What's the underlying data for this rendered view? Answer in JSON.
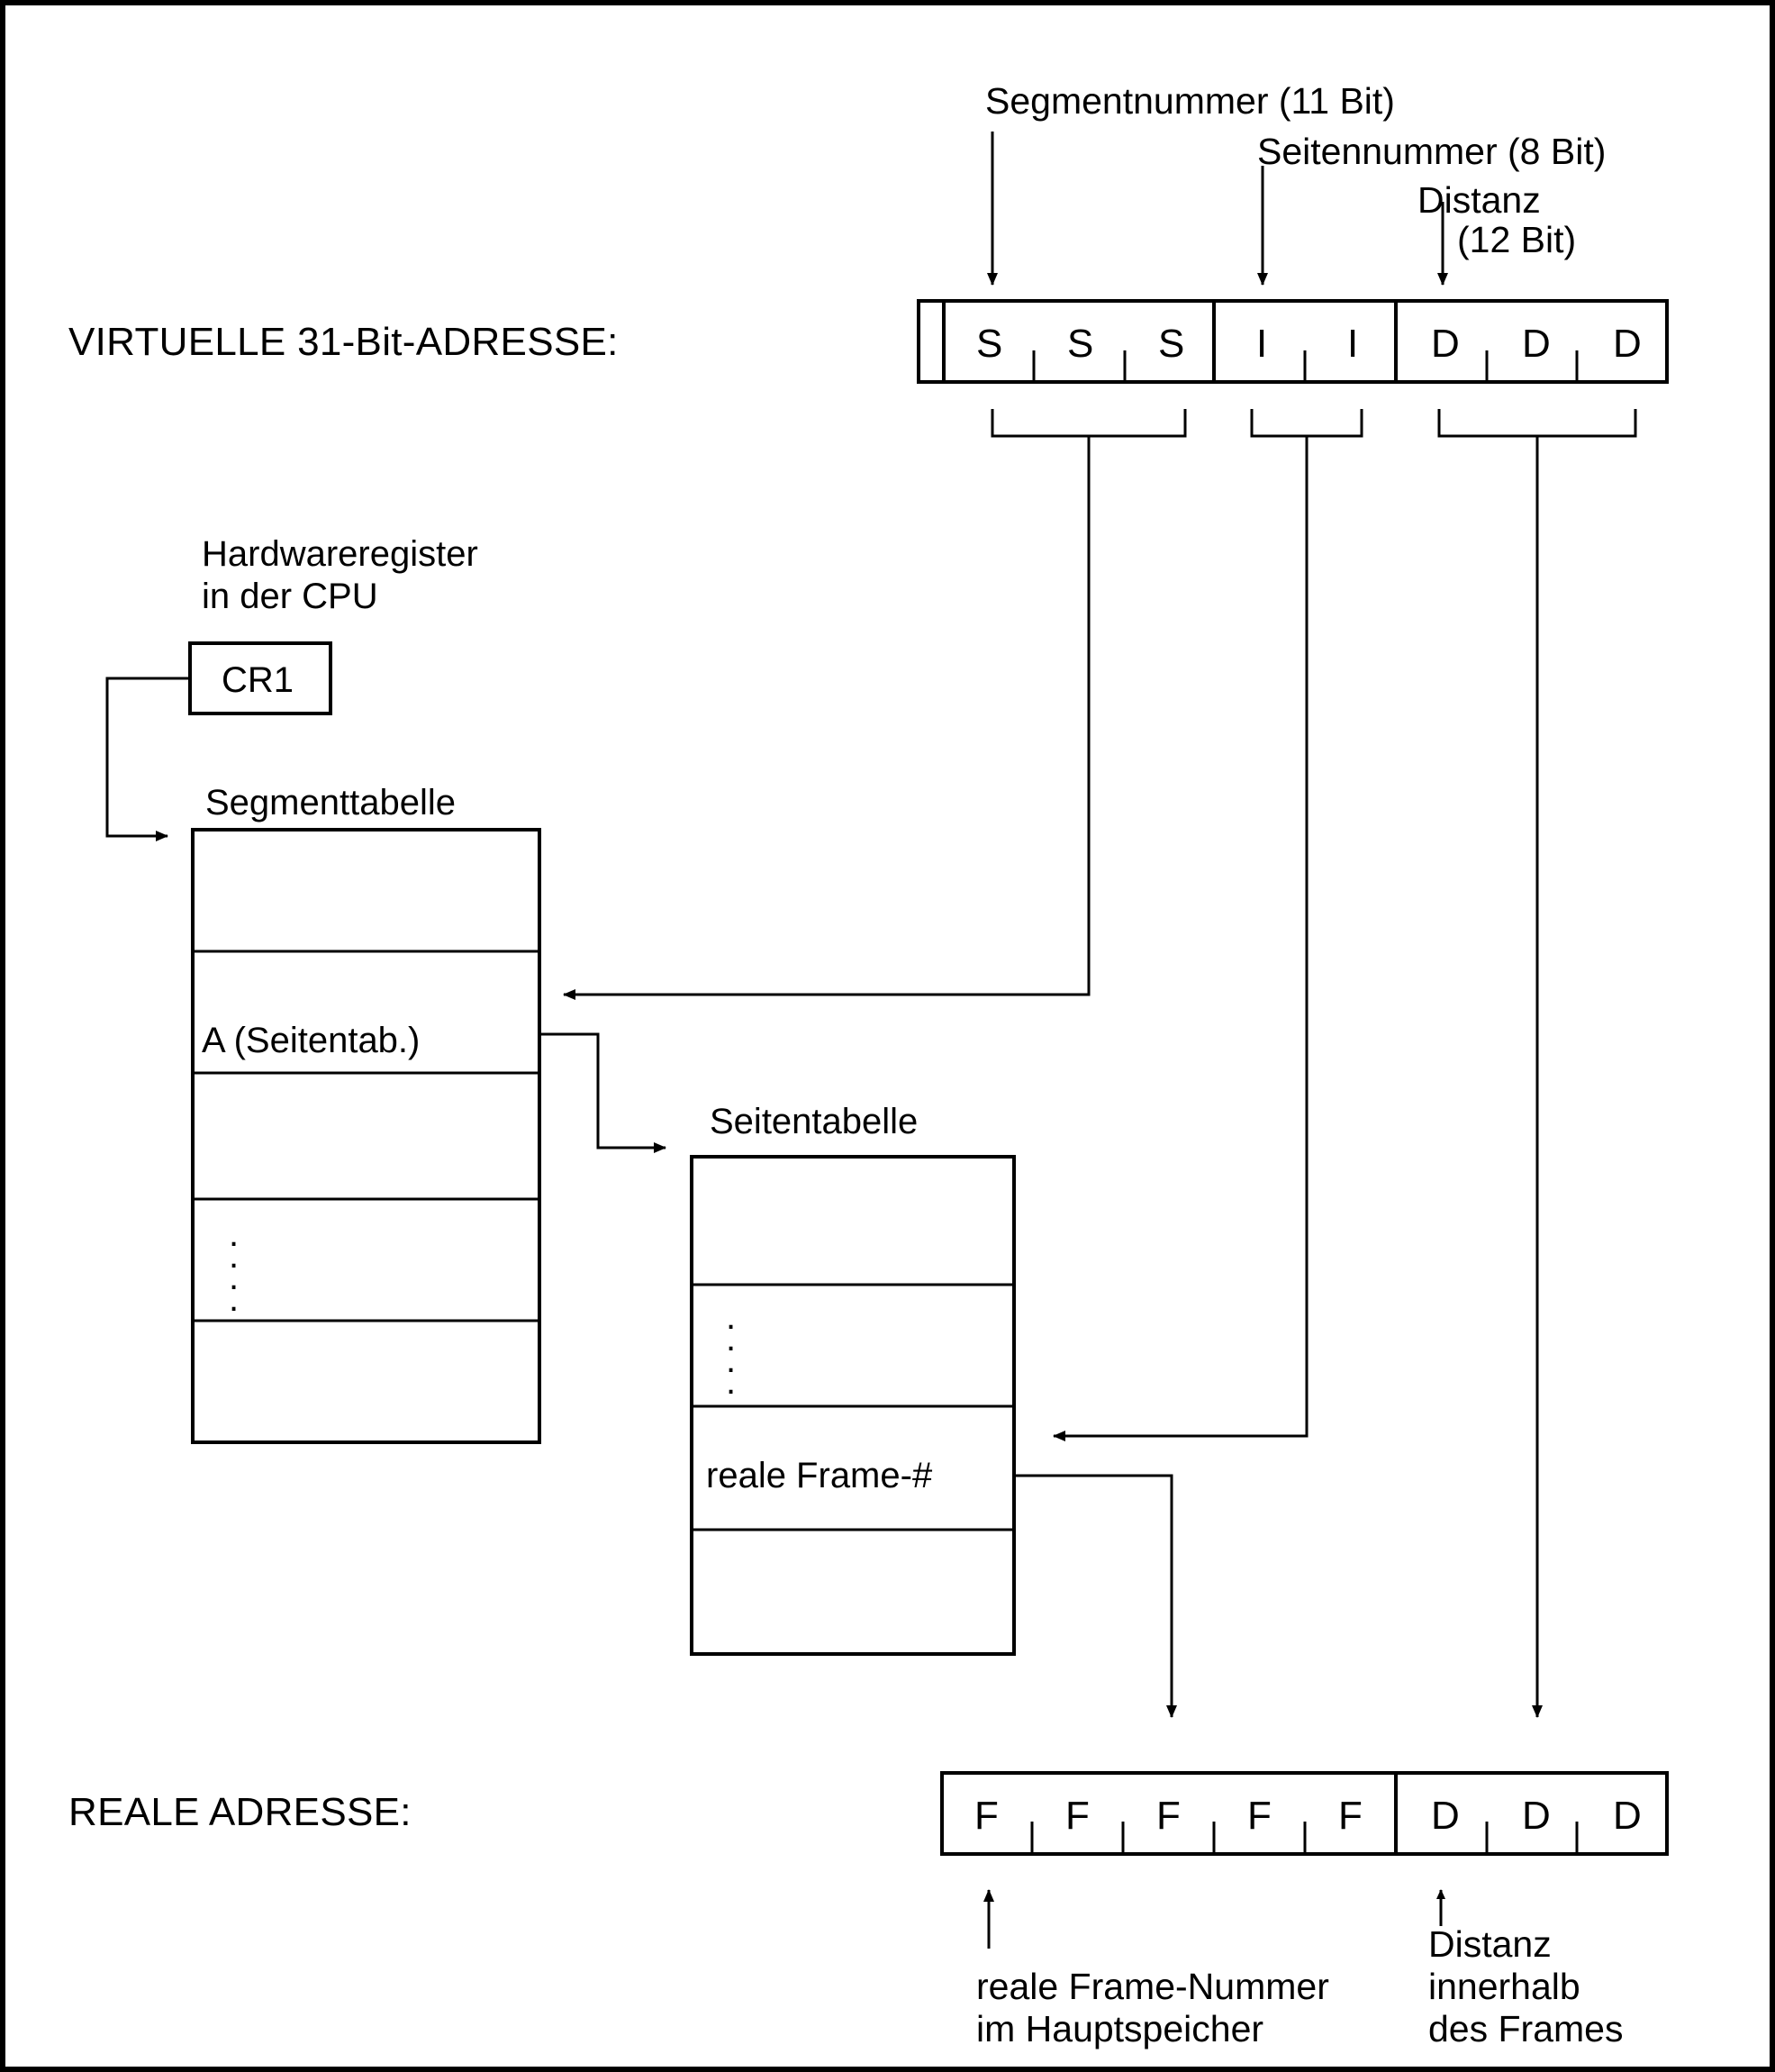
{
  "diagram": {
    "title_virtual": "VIRTUELLE 31-Bit-ADRESSE:",
    "title_real": "REALE ADRESSE:",
    "top_annotations": {
      "segment_number": "Segmentnummer (11 Bit)",
      "page_number": "Seitennummer (8 Bit)",
      "offset_line1": "Distanz",
      "offset_line2": "(12 Bit)"
    },
    "cpu": {
      "caption_line1": "Hardwareregister",
      "caption_line2": "in der CPU",
      "register_label": "CR1"
    },
    "segment_table": {
      "caption": "Segmenttabelle",
      "rows": [
        "",
        "A (Seitentab.)",
        "",
        "⋮",
        ""
      ],
      "entry_label": "A (Seitentab.)",
      "ellipsis": "⋮"
    },
    "page_table": {
      "caption": "Seitentabelle",
      "rows": [
        "",
        "⋮",
        "reale Frame-#",
        ""
      ],
      "entry_label": "reale Frame-#",
      "ellipsis": "⋮"
    },
    "virtual_address": {
      "fields": [
        {
          "name": "segment-number",
          "chars": [
            "S",
            "S",
            "S"
          ]
        },
        {
          "name": "page-number",
          "chars": [
            "I",
            "I"
          ]
        },
        {
          "name": "offset",
          "chars": [
            "D",
            "D",
            "D"
          ]
        }
      ]
    },
    "real_address": {
      "fields": [
        {
          "name": "frame-number",
          "chars": [
            "F",
            "F",
            "F",
            "F",
            "F"
          ]
        },
        {
          "name": "offset",
          "chars": [
            "D",
            "D",
            "D"
          ]
        }
      ]
    },
    "bottom_annotations": {
      "frame_line1": "reale Frame-Nummer",
      "frame_line2": "im Hauptspeicher",
      "offset_line1": "Distanz",
      "offset_line2": "innerhalb",
      "offset_line3": "des Frames"
    },
    "colors": {
      "ink": "#000000",
      "paper": "#ffffff"
    }
  }
}
